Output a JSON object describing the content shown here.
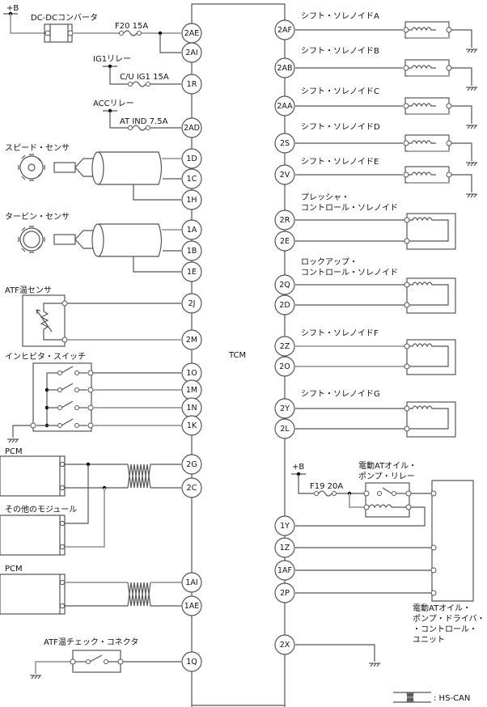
{
  "diagram": {
    "title": "TCM",
    "legend": {
      "symbol": "twisted-pair-icon",
      "label": ": HS-CAN"
    },
    "power": {
      "plus_b": "+B",
      "dcdc": "DC-DCコンバータ",
      "fuse_f20": "F20 15A",
      "ig1_relay": "IG1リレー",
      "fuse_cu_ig1": "C/U IG1 15A",
      "acc_relay": "ACCリレー",
      "fuse_at_ind": "AT IND 7.5A"
    },
    "left_components": {
      "speed_sensor": "スピード・センサ",
      "turbine_sensor": "タービン・センサ",
      "atf_temp_sensor": "ATF温センサ",
      "inhibitor_switch": "インヒビタ・スイッチ",
      "pcm1": "PCM",
      "other_modules": "その他のモジュール",
      "pcm2": "PCM",
      "atf_check_connector": "ATF温チェック・コネクタ"
    },
    "right_components": {
      "shift_a": "シフト・ソレノイドA",
      "shift_b": "シフト・ソレノイドB",
      "shift_c": "シフト・ソレノイドC",
      "shift_d": "シフト・ソレノイドD",
      "shift_e": "シフト・ソレノイドE",
      "pressure_1": "プレッシャ・",
      "pressure_2": "コントロール・ソレノイド",
      "lockup_1": "ロックアップ・",
      "lockup_2": "コントロール・ソレノイド",
      "shift_f": "シフト・ソレノイドF",
      "shift_g": "シフト・ソレノイドG",
      "plus_b2": "+B",
      "fuse_f19": "F19 20A",
      "pump_relay_1": "電動ATオイル・",
      "pump_relay_2": "ポンプ・リレー",
      "pump_driver_1": "電動ATオイル・",
      "pump_driver_2": "ポンプ・ドライバ・",
      "pump_driver_3": "・コントロール・",
      "pump_driver_4": "ユニット"
    },
    "left_pins": [
      "2AE",
      "2AI",
      "1R",
      "2AD",
      "1D",
      "1C",
      "1H",
      "1A",
      "1B",
      "1E",
      "2J",
      "2M",
      "1O",
      "1M",
      "1N",
      "1K",
      "2G",
      "2C",
      "1AI",
      "1AE",
      "1Q"
    ],
    "right_pins": [
      "2AF",
      "2AB",
      "2AA",
      "2S",
      "2V",
      "2R",
      "2E",
      "2Q",
      "2D",
      "2Z",
      "2O",
      "2Y",
      "2L",
      "1Y",
      "1Z",
      "1AF",
      "2P",
      "2X"
    ]
  }
}
